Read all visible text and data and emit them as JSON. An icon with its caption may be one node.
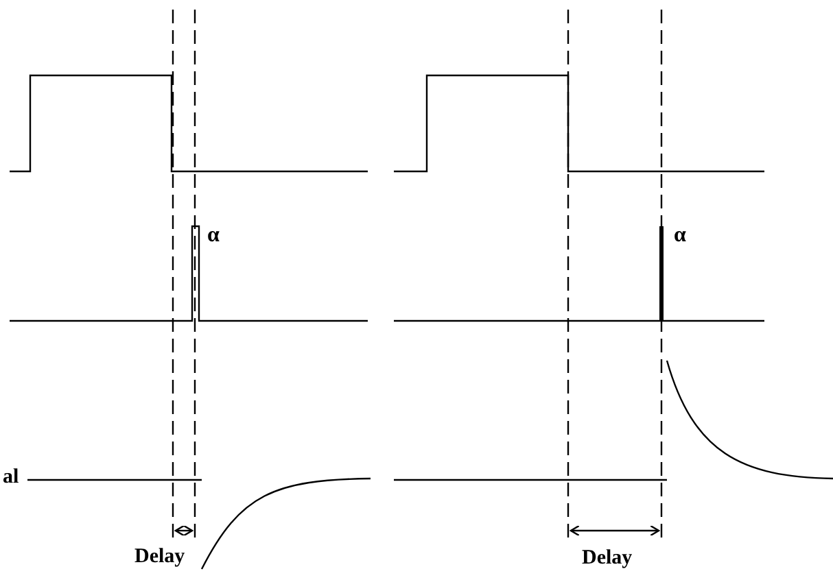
{
  "diagram": {
    "labels": [
      "α",
      "α",
      "al",
      "Delay",
      "Delay"
    ]
  }
}
